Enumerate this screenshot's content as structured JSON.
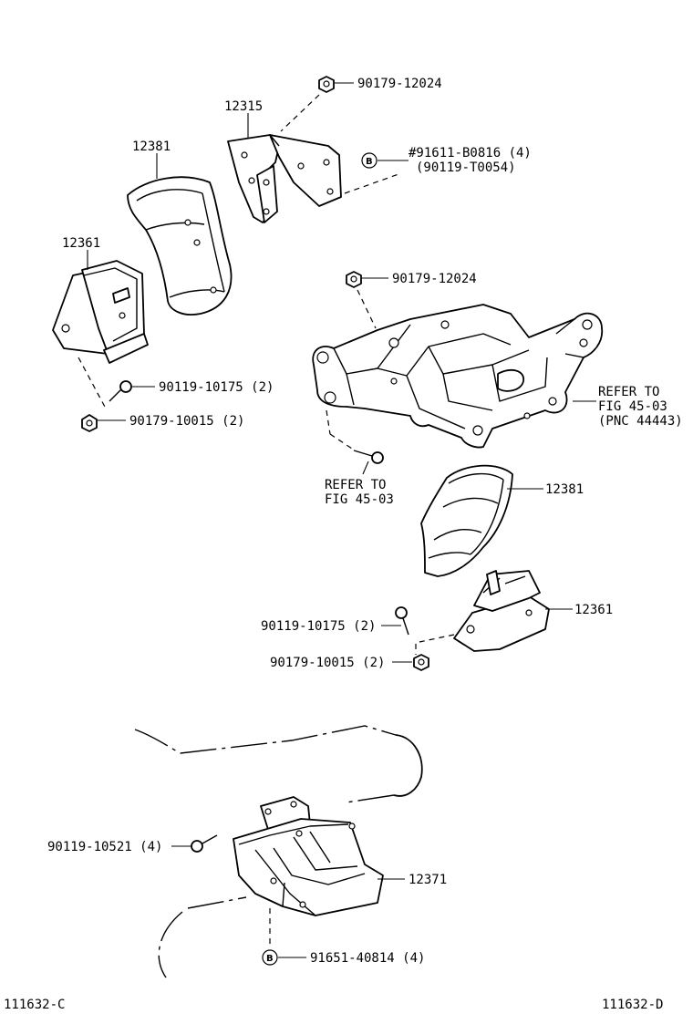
{
  "diagram": {
    "labels": {
      "nut_top": "90179-12024",
      "bracket": "12315",
      "bolt_b": "#91611-B0816 (4)",
      "bolt_b_alt": "(90119-T0054)",
      "insulator_upper_left": "12381",
      "mount_left": "12361",
      "nut_crossmember": "90179-12024",
      "bolt_left": "90119-10175 (2)",
      "nut_left": "90179-10015 (2)",
      "refer_right_1": "REFER TO",
      "refer_right_2": "FIG 45-03",
      "refer_right_3": "(PNC 44443)",
      "refer_bottom_1": "REFER TO",
      "refer_bottom_2": "FIG 45-03",
      "insulator_right": "12381",
      "mount_right": "12361",
      "bolt_right": "90119-10175 (2)",
      "nut_right": "90179-10015 (2)",
      "bolt_rear": "90119-10521 (4)",
      "mount_rear": "12371",
      "bolt_b_rear": "91651-40814 (4)",
      "code_left": "111632-C",
      "code_right": "111632-D",
      "circle_mark": "B"
    }
  }
}
